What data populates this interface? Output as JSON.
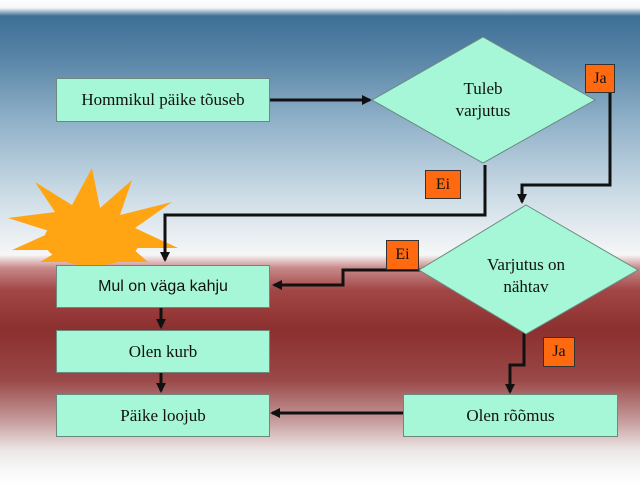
{
  "nodes": {
    "sunrise": "Hommikul päike tõuseb",
    "cloud_question_line1": "Tuleb",
    "cloud_question_line2": "varjutus",
    "shadow_question_line1": "Varjutus on",
    "shadow_question_line2": "nähtav",
    "very_sorry": "Mul on väga kahju",
    "sad": "Olen kurb",
    "happy": "Olen rõõmus",
    "sunset": "Päike loojub"
  },
  "labels": {
    "yes_1": "Ja",
    "no_1": "Ei",
    "no_2": "Ei",
    "yes_2": "Ja"
  },
  "colors": {
    "box_fill": "#a6f7d7",
    "tag_fill": "#ff6a10",
    "sun_fill": "#ffa514",
    "arrow": "#111111"
  },
  "icons": [
    "sun-icon"
  ]
}
